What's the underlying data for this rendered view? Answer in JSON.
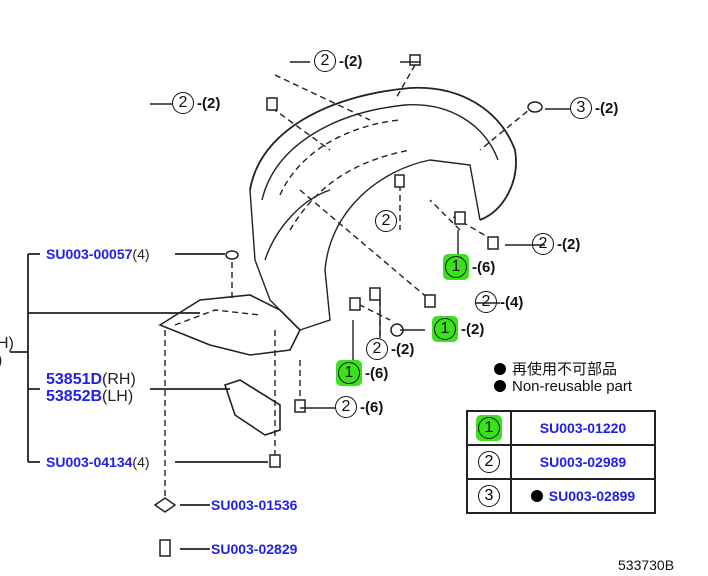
{
  "left_labels": {
    "cut_top": "H)",
    "cut_bottom": ")",
    "washer": {
      "part": "SU003-00057",
      "qty": "(4)"
    },
    "bracket_rh": {
      "part": "53851D",
      "side": "(RH)"
    },
    "bracket_lh": {
      "part": "53852B",
      "side": "(LH)"
    },
    "bolt": {
      "part": "SU003-04134",
      "qty": "(4)"
    },
    "clip": {
      "part": "SU003-01536"
    },
    "screw": {
      "part": "SU003-02829"
    }
  },
  "callouts": [
    {
      "num": "2",
      "qty": "-(2)"
    },
    {
      "num": "2",
      "qty": "-(2)"
    },
    {
      "num": "3",
      "qty": "-(2)"
    },
    {
      "num": "2",
      "qty": ""
    },
    {
      "num": "2",
      "qty": "-(2)"
    },
    {
      "num": "1",
      "qty": "-(6)"
    },
    {
      "num": "2",
      "qty": "-(4)"
    },
    {
      "num": "1",
      "qty": "-(2)"
    },
    {
      "num": "2",
      "qty": "-(2)"
    },
    {
      "num": "1",
      "qty": "-(6)"
    },
    {
      "num": "2",
      "qty": "-(6)"
    }
  ],
  "legend": {
    "jp": "再使用不可部品",
    "en": "Non-reusable part"
  },
  "table": [
    {
      "num": "1",
      "part": "SU003-01220",
      "non_reusable": false,
      "highlight": true
    },
    {
      "num": "2",
      "part": "SU003-02989",
      "non_reusable": false,
      "highlight": false
    },
    {
      "num": "3",
      "part": "SU003-02899",
      "non_reusable": true,
      "highlight": false
    }
  ],
  "diagram_code": "533730B",
  "colors": {
    "part_number": "#2020e8",
    "highlight": "#39e21a"
  }
}
